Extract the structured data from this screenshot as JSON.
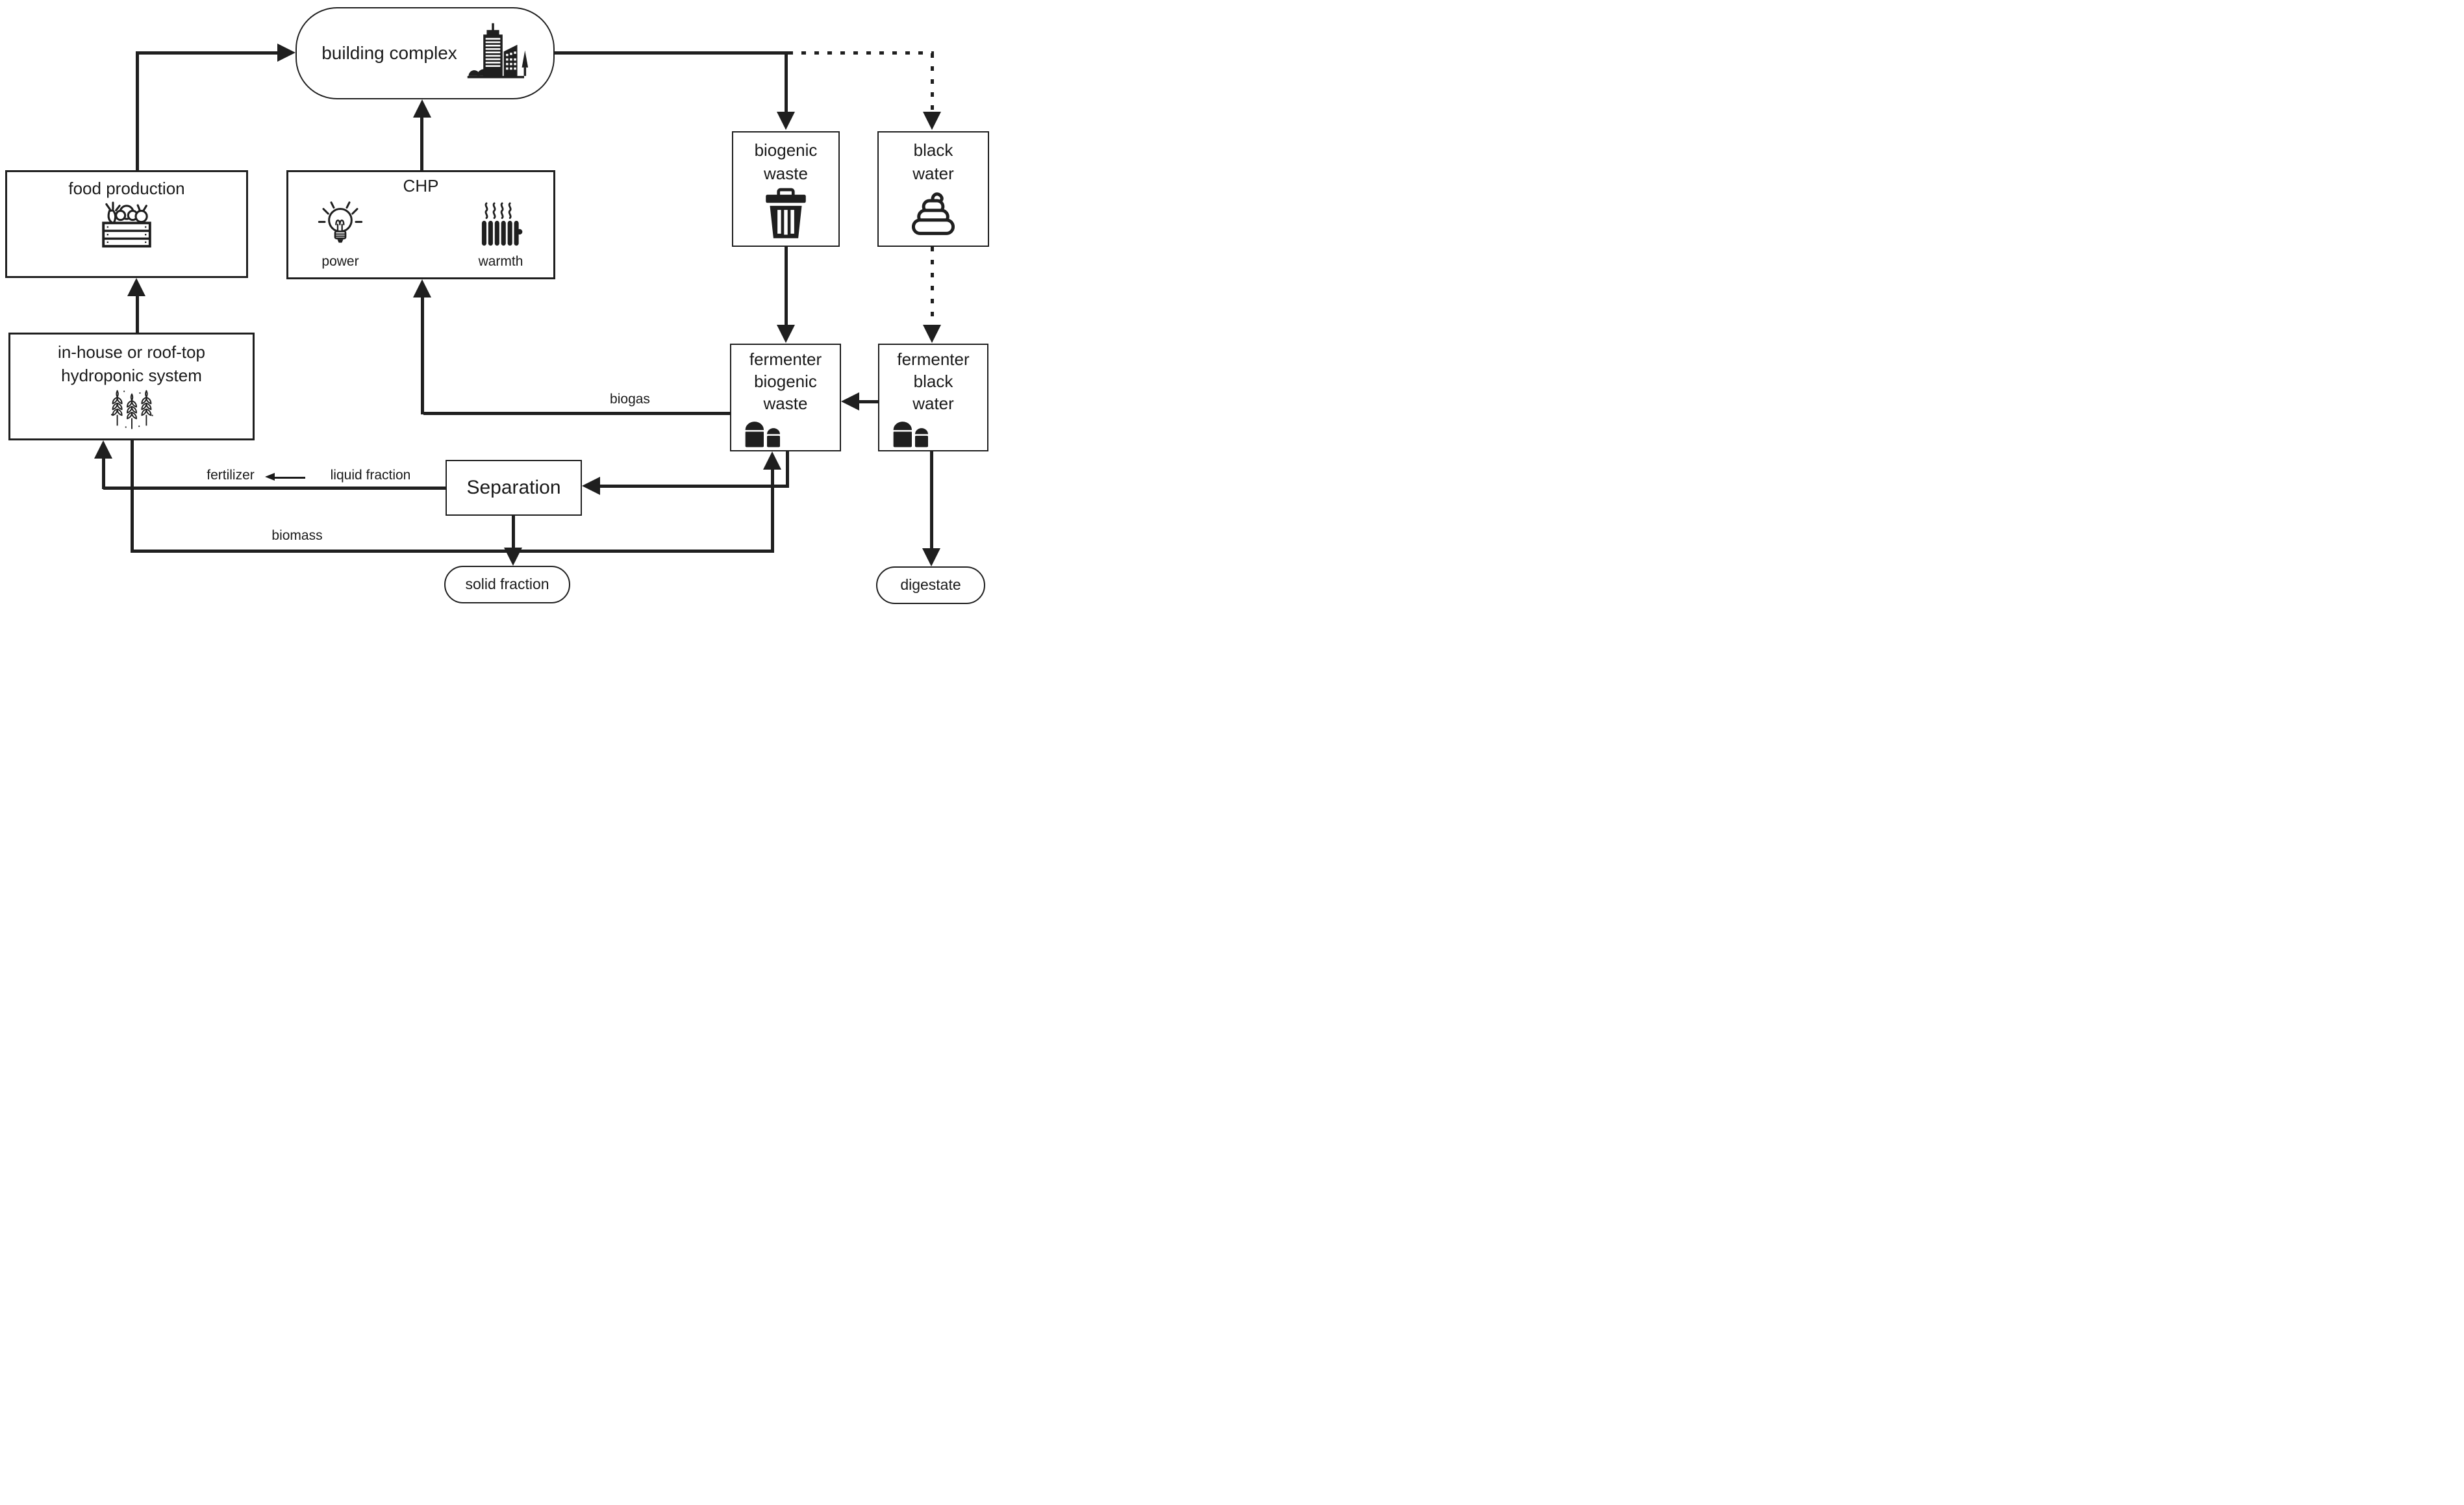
{
  "colors": {
    "ink": "#1f1f1f",
    "background": "#ffffff"
  },
  "nodes": {
    "building_complex": {
      "label": "building complex"
    },
    "food_production": {
      "label": "food production"
    },
    "chp": {
      "label": "CHP",
      "power_label": "power",
      "warmth_label": "warmth"
    },
    "biogenic_waste": {
      "label": "biogenic waste"
    },
    "black_water": {
      "label": "black water"
    },
    "hydroponic": {
      "label": "in-house or roof-top hydroponic system"
    },
    "fermenter_biogenic_waste": {
      "label": "fermenter biogenic waste"
    },
    "fermenter_black_water": {
      "label": "fermenter black water"
    },
    "separation": {
      "label": "Separation"
    },
    "solid_fraction": {
      "label": "solid fraction"
    },
    "digestate": {
      "label": "digestate"
    }
  },
  "edge_labels": {
    "biogas": "biogas",
    "fertilizer": "fertilizer",
    "liquid_fraction": "liquid fraction",
    "biomass": "biomass"
  },
  "icons": {
    "building_complex": "city-skyline-icon",
    "food_production": "vegetable-crate-icon",
    "chp_power": "light-bulb-icon",
    "chp_warmth": "radiator-icon",
    "biogenic_waste": "trash-bin-icon",
    "black_water": "poop-icon",
    "hydroponic": "wheat-ears-icon",
    "fermenter": "storage-tanks-icon"
  }
}
